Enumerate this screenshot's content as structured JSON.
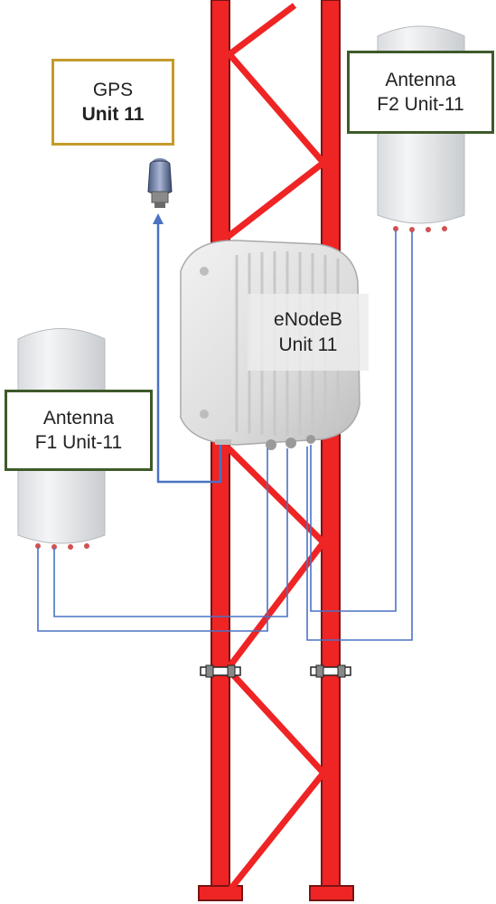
{
  "colors": {
    "tower_red": "#ef2424",
    "tower_outline": "#7a1414",
    "cable_blue": "#4a72c4",
    "gps_border": "#c59a2c",
    "antenna_border": "#3e5a2a"
  },
  "labels": {
    "gps": {
      "line1": "GPS",
      "line2": "Unit 11"
    },
    "antenna_f2": {
      "line1": "Antenna",
      "line2": "F2 Unit-11"
    },
    "antenna_f1": {
      "line1": "Antenna",
      "line2": "F1 Unit-11"
    },
    "enodeb": {
      "line1": "eNodeB",
      "line2": "Unit 11"
    }
  },
  "icons": [
    "gps-receiver-icon",
    "antenna-panel-icon",
    "enodeb-unit-icon",
    "pole-clamp-icon"
  ]
}
